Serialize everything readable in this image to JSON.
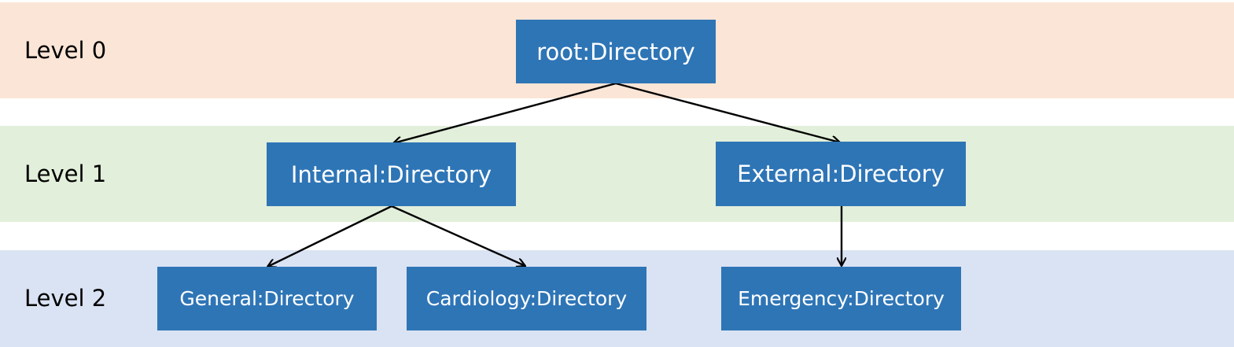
{
  "colors": {
    "level0_band": "#fbe5d6",
    "level1_band": "#e2efda",
    "level2_band": "#dae3f3",
    "node_fill": "#2e75b6",
    "node_text": "#ffffff",
    "edge": "#000000"
  },
  "levels": [
    {
      "label": "Level 0"
    },
    {
      "label": "Level 1"
    },
    {
      "label": "Level 2"
    }
  ],
  "nodes": {
    "root": "root:Directory",
    "internal": "Internal:Directory",
    "external": "External:Directory",
    "general": "General:Directory",
    "cardiology": "Cardiology:Directory",
    "emergency": "Emergency:Directory"
  },
  "edges": [
    {
      "from": "root",
      "to": "internal"
    },
    {
      "from": "root",
      "to": "external"
    },
    {
      "from": "internal",
      "to": "general"
    },
    {
      "from": "internal",
      "to": "cardiology"
    },
    {
      "from": "external",
      "to": "emergency"
    }
  ]
}
